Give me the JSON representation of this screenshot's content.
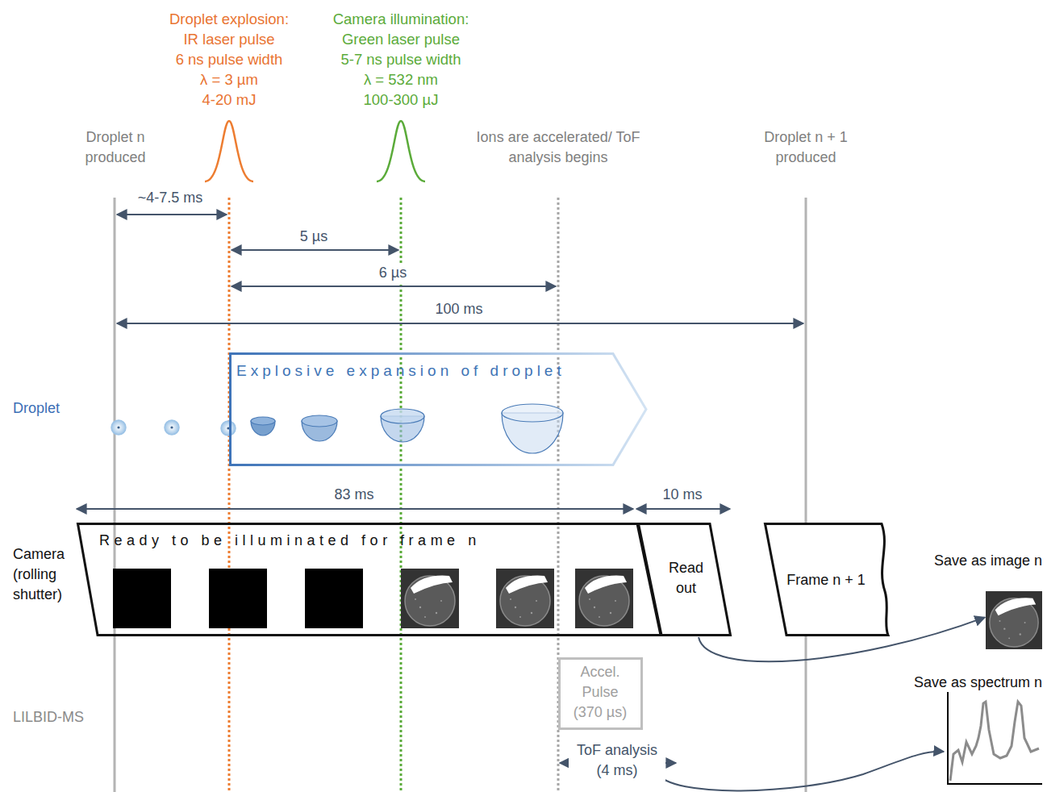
{
  "diagram": {
    "nodes": [
      {
        "text": [
          "Explosive expansion of droplet"
        ]
      },
      {
        "text": [
          "Ready to be illuminated for frame n"
        ]
      },
      {
        "text": [
          "Read out"
        ]
      },
      {
        "text": [
          "Frame n + 1"
        ]
      },
      {
        "text": [
          "Save as image n"
        ]
      },
      {
        "text": [
          "Accel. Pulse (370 µs)"
        ]
      },
      {
        "text": [
          "Save as spectrum n"
        ]
      }
    ],
    "edges": [
      {
        "from": 2,
        "to": 4,
        "arrow": "to"
      }
    ],
    "labels": [
      "Droplet explosion:",
      "IR laser pulse",
      "6 ns pulse width",
      "λ = 3 µm",
      "4-20 mJ",
      "Camera illumination:",
      "Green laser pulse",
      "5-7 ns pulse width",
      "λ = 532 nm",
      "100-300 µJ",
      "Droplet n produced",
      "Ions are accelerated/ ToF analysis begins",
      "Droplet n + 1 produced",
      "~4-7.5 ms",
      "5 µs",
      "6 µs",
      "100 ms",
      "Droplet",
      "83 ms",
      "10 ms",
      "Camera (rolling shutter)",
      "LILBID-MS",
      "ToF analysis (4 ms)"
    ]
  }
}
